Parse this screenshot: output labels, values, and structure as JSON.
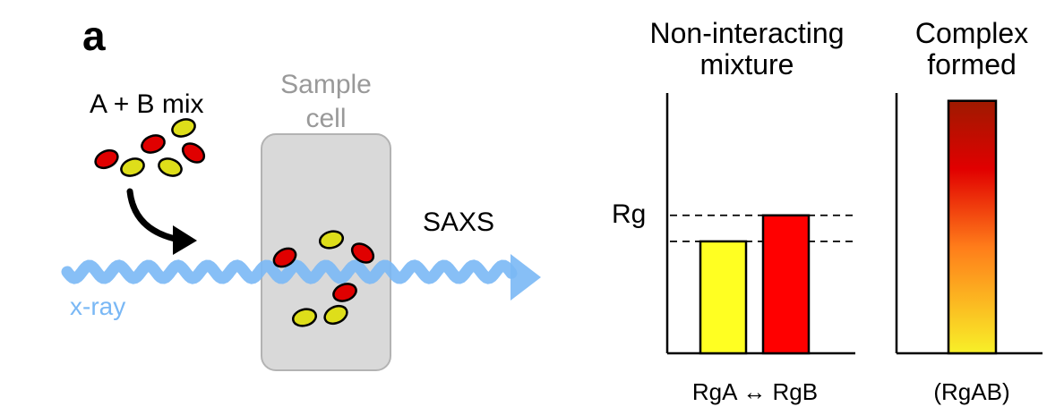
{
  "panel_label": "a",
  "mix_label": "A + B mix",
  "sample_cell": {
    "line1": "Sample",
    "line2": "cell"
  },
  "beam_label": "x-ray",
  "saxs_label": "SAXS",
  "chart_noninteracting": {
    "title_line1": "Non-interacting",
    "title_line2": "mixture",
    "ylabel": "Rg",
    "xlabel": "RgA ↔ RgB"
  },
  "chart_complex": {
    "title_line1": "Complex",
    "title_line2": "formed",
    "xlabel": "(RgAB)"
  },
  "chart_data": [
    {
      "type": "bar",
      "title": "Non-interacting mixture",
      "ylabel": "Rg",
      "xlabel": "RgA ↔ RgB",
      "categories": [],
      "values": [
        0.43,
        0.53
      ],
      "bar_colors": [
        "#ffff22",
        "#ff0000"
      ],
      "reference_lines": [
        0.43,
        0.53
      ],
      "ylim": [
        0,
        1
      ],
      "grid": false
    },
    {
      "type": "bar",
      "title": "Complex formed",
      "xlabel": "(RgAB)",
      "categories": [],
      "values": [
        0.97
      ],
      "gradient": [
        "#9e1a00",
        "#e10000",
        "#ff7d1a",
        "#f8f028"
      ],
      "ylim": [
        0,
        1
      ],
      "grid": false
    }
  ],
  "colors": {
    "particle_red": "#e00000",
    "particle_yellow": "#dede1a",
    "beam": "#7ab8f5",
    "cell_fill": "#d9d9d9",
    "cell_label": "#999999"
  }
}
